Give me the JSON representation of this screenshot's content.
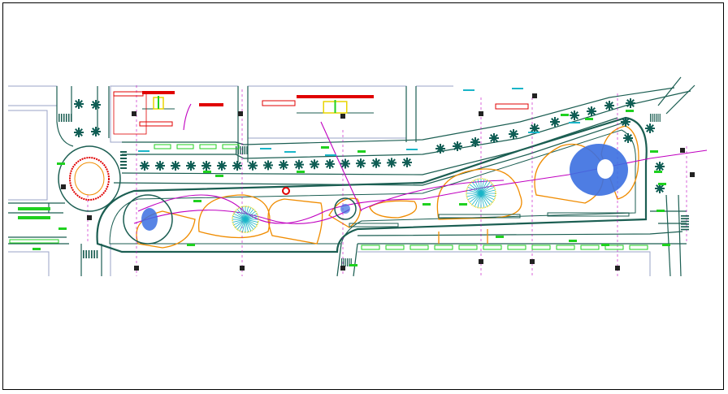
{
  "drawing": {
    "background_color": "#ffffff",
    "frame_color": "#000000",
    "colors": {
      "road_line": "#1b5e52",
      "building_line": "#9aa3c7",
      "plaza_outline": "#f08c00",
      "tree_canopy": "#0f5d54",
      "accent_magenta": "#c000c0",
      "fountain_blue": "#3b6fe0",
      "label_red": "#e00000",
      "marker_dark": "#222222",
      "green_marks": "#1fd11f",
      "yellow_marks": "#e8d400",
      "cyan_marks": "#19b5c8"
    },
    "symbols": [
      "roundabout",
      "fountain-circle-west",
      "fountain-circle-east",
      "radial-tree-plaza",
      "palm-tree",
      "elevation-detail",
      "section-marker",
      "parking-bay",
      "crosswalk"
    ]
  }
}
